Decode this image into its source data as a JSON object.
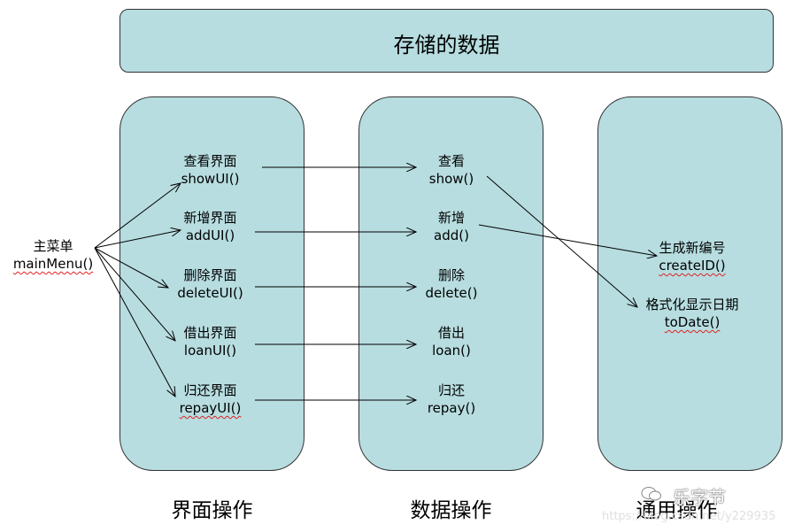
{
  "top_box": {
    "title": "存储的数据"
  },
  "main_menu": {
    "cn": "主菜单",
    "en": "mainMenu()"
  },
  "ui_ops": {
    "label": "界面操作",
    "items": [
      {
        "cn": "查看界面",
        "en": "showUI()"
      },
      {
        "cn": "新增界面",
        "en": "addUI()"
      },
      {
        "cn": "删除界面",
        "en": "deleteUI()"
      },
      {
        "cn": "借出界面",
        "en": "loanUI()"
      },
      {
        "cn": "归还界面",
        "en": "repayUI()"
      }
    ]
  },
  "data_ops": {
    "label": "数据操作",
    "items": [
      {
        "cn": "查看",
        "en": "show()"
      },
      {
        "cn": "新增",
        "en": "add()"
      },
      {
        "cn": "删除",
        "en": "delete()"
      },
      {
        "cn": "借出",
        "en": "loan()"
      },
      {
        "cn": "归还",
        "en": "repay()"
      }
    ]
  },
  "common_ops": {
    "label": "通用操作",
    "items": [
      {
        "cn": "生成新编号",
        "en": "createID()"
      },
      {
        "cn": "格式化显示日期",
        "en": "toDate()"
      }
    ]
  },
  "watermark": {
    "text": "乐字节",
    "url": "https://blog.csdn.net/y229935"
  },
  "colors": {
    "box_fill": "#b7dde0",
    "border": "#333333",
    "spellcheck_underline": "#e02020"
  }
}
